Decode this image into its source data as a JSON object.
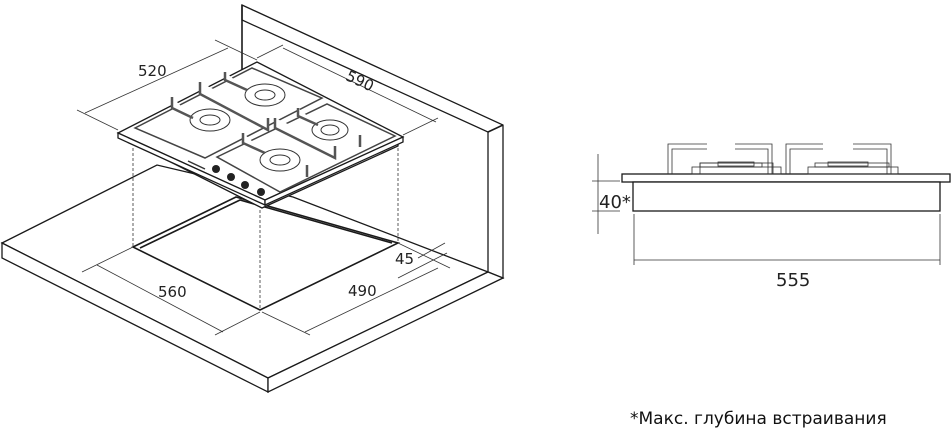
{
  "isometric_view": {
    "dimensions": {
      "hob_depth": "520",
      "hob_width": "590",
      "cutout_width": "560",
      "cutout_depth": "490",
      "back_clearance": "45"
    }
  },
  "side_view": {
    "dimensions": {
      "built_in_depth": "40*",
      "body_width": "555"
    }
  },
  "footnote": "*Макс. глубина встраивания"
}
